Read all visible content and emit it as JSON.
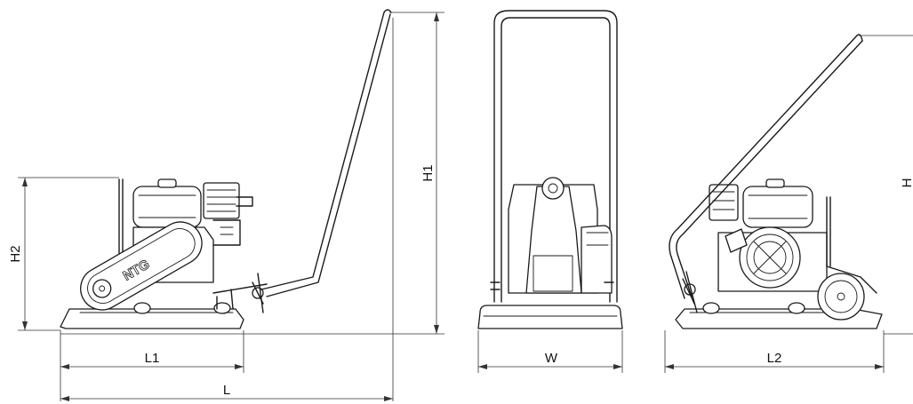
{
  "labels": {
    "L": "L",
    "L1": "L1",
    "L2": "L2",
    "W": "W",
    "H1": "H1",
    "H2": "H2",
    "H_cut": "H"
  },
  "brand": "NTG"
}
